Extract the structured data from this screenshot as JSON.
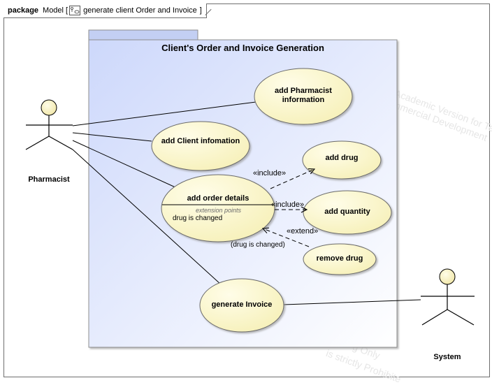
{
  "frame": {
    "keyword": "package",
    "model": "Model",
    "diagram_name": "generate client Order and Invoice",
    "close_bracket": "]"
  },
  "system_boundary": {
    "title": "Client's Order and Invoice Generation"
  },
  "actors": {
    "pharmacist": "Pharmacist",
    "system": "System"
  },
  "use_cases": {
    "add_pharmacist_info": "add Pharmacist information",
    "add_client_info": "add Client infomation",
    "add_order_details": "add order details",
    "extension_points": "extension points",
    "drug_changed": "drug is changed",
    "add_drug": "add drug",
    "add_quantity": "add quantity",
    "remove_drug": "remove drug",
    "generate_invoice": "generate Invoice"
  },
  "relations": {
    "include_1": "«include»",
    "include_2": "«include»",
    "extend": "«extend»",
    "extend_condition": "(drug is changed)"
  },
  "watermark": {
    "top_1": "Academic Version for Te",
    "top_2": "mmercial Development",
    "bottom_1": "g Only",
    "bottom_2": "is strictly Prohibite"
  }
}
